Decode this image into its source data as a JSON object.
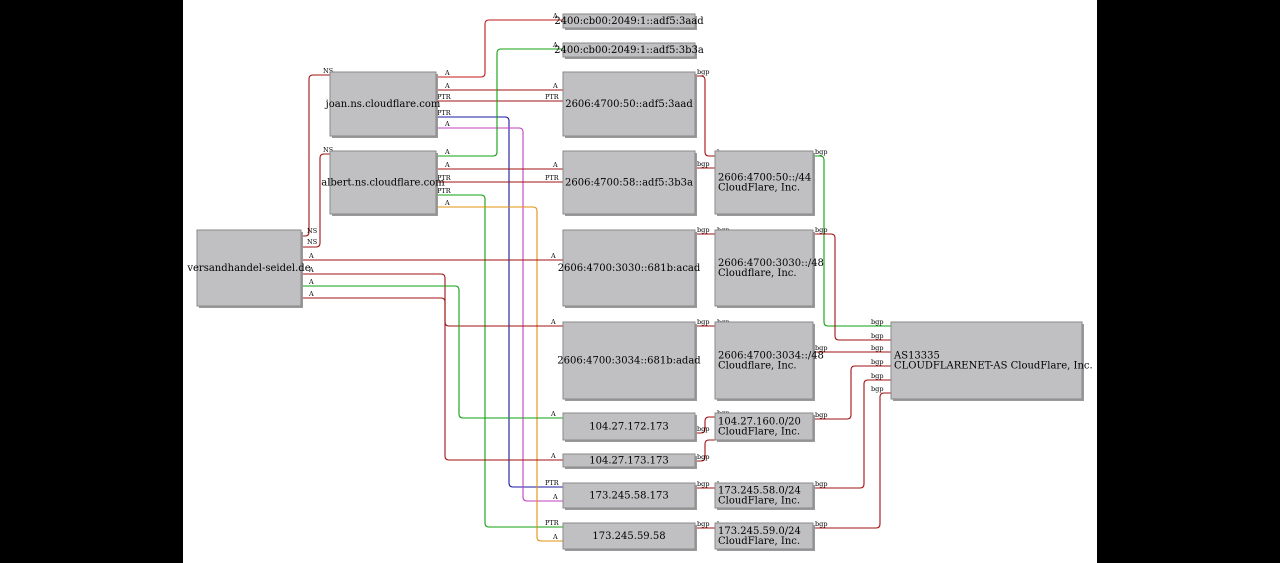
{
  "diagram": {
    "nodes": [
      {
        "id": "domain",
        "lines": [
          "versandhandel-seidel.de"
        ]
      },
      {
        "id": "joan",
        "lines": [
          "joan.ns.cloudflare.com"
        ]
      },
      {
        "id": "albert",
        "lines": [
          "albert.ns.cloudflare.com"
        ]
      },
      {
        "id": "v6aad_top",
        "lines": [
          "2400:cb00:2049:1::adf5:3aad"
        ]
      },
      {
        "id": "v6b3a_top",
        "lines": [
          "2400:cb00:2049:1::adf5:3b3a"
        ]
      },
      {
        "id": "v6aad",
        "lines": [
          "2606:4700:50::adf5:3aad"
        ]
      },
      {
        "id": "v6b3a",
        "lines": [
          "2606:4700:58::adf5:3b3a"
        ]
      },
      {
        "id": "v6acad",
        "lines": [
          "2606:4700:3030::681b:acad"
        ]
      },
      {
        "id": "v6adad",
        "lines": [
          "2606:4700:3034::681b:adad"
        ]
      },
      {
        "id": "ip172",
        "lines": [
          "104.27.172.173"
        ]
      },
      {
        "id": "ip173",
        "lines": [
          "104.27.173.173"
        ]
      },
      {
        "id": "ip58",
        "lines": [
          "173.245.58.173"
        ]
      },
      {
        "id": "ip59",
        "lines": [
          "173.245.59.58"
        ]
      },
      {
        "id": "net50",
        "lines": [
          "2606:4700:50::/44",
          "CloudFlare, Inc."
        ]
      },
      {
        "id": "net3030",
        "lines": [
          "2606:4700:3030::/48",
          "Cloudflare, Inc."
        ]
      },
      {
        "id": "net3034",
        "lines": [
          "2606:4700:3034::/48",
          "Cloudflare, Inc."
        ]
      },
      {
        "id": "net104",
        "lines": [
          "104.27.160.0/20",
          "CloudFlare, Inc."
        ]
      },
      {
        "id": "net58",
        "lines": [
          "173.245.58.0/24",
          "CloudFlare, Inc."
        ]
      },
      {
        "id": "net59",
        "lines": [
          "173.245.59.0/24",
          "CloudFlare, Inc."
        ]
      },
      {
        "id": "asn",
        "lines": [
          "AS13335",
          "CLOUDFLARENET-AS CloudFlare, Inc."
        ]
      }
    ],
    "edges": [
      {
        "from": "domain",
        "to": "joan",
        "head": "NS",
        "tail": "NS",
        "color": "#a01010"
      },
      {
        "from": "domain",
        "to": "albert",
        "head": "NS",
        "tail": "NS",
        "color": "#a01010"
      },
      {
        "from": "joan",
        "to": "v6aad_top",
        "head": "A",
        "tail": "A",
        "color": "#c01818"
      },
      {
        "from": "joan",
        "to": "v6aad",
        "head": "A",
        "tail": "A",
        "color": "#a01010"
      },
      {
        "from": "joan",
        "to": "v6aad",
        "head": "PTR",
        "tail": "PTR",
        "color": "#a01010"
      },
      {
        "from": "joan",
        "to": "ip58",
        "head": "PTR",
        "tail": "PTR",
        "color": "#1818a0"
      },
      {
        "from": "joan",
        "to": "ip58",
        "head": "A",
        "tail": "A",
        "color": "#c040c0"
      },
      {
        "from": "albert",
        "to": "v6b3a_top",
        "head": "A",
        "tail": "A",
        "color": "#10a010"
      },
      {
        "from": "albert",
        "to": "v6b3a",
        "head": "A",
        "tail": "A",
        "color": "#a01010"
      },
      {
        "from": "albert",
        "to": "v6b3a",
        "head": "PTR",
        "tail": "PTR",
        "color": "#a01010"
      },
      {
        "from": "albert",
        "to": "ip59",
        "head": "PTR",
        "tail": "PTR",
        "color": "#10a010"
      },
      {
        "from": "albert",
        "to": "ip59",
        "head": "A",
        "tail": "A",
        "color": "#e09010"
      },
      {
        "from": "domain",
        "to": "v6acad",
        "head": "A",
        "tail": "A",
        "color": "#a01010"
      },
      {
        "from": "domain",
        "to": "v6adad",
        "head": "A",
        "tail": "A",
        "color": "#a01010"
      },
      {
        "from": "domain",
        "to": "ip172",
        "head": "A",
        "tail": "A",
        "color": "#10a010"
      },
      {
        "from": "domain",
        "to": "ip173",
        "head": "A",
        "tail": "A",
        "color": "#a01010"
      },
      {
        "from": "v6aad",
        "to": "net50",
        "head": "bgp",
        "tail": "bgp",
        "color": "#a01010"
      },
      {
        "from": "v6b3a",
        "to": "net50",
        "head": "bgp",
        "tail": "bgp",
        "color": "#a01010"
      },
      {
        "from": "v6acad",
        "to": "net3030",
        "head": "bgp",
        "tail": "bgp",
        "color": "#a01010"
      },
      {
        "from": "v6adad",
        "to": "net3034",
        "head": "bgp",
        "tail": "bgp",
        "color": "#a01010"
      },
      {
        "from": "ip172",
        "to": "net104",
        "head": "bgp",
        "tail": "bgp",
        "color": "#a01010"
      },
      {
        "from": "ip173",
        "to": "net104",
        "head": "bgp",
        "tail": "bgp",
        "color": "#a01010"
      },
      {
        "from": "ip58",
        "to": "net58",
        "head": "bgp",
        "tail": "bgp",
        "color": "#a01010"
      },
      {
        "from": "ip59",
        "to": "net59",
        "head": "bgp",
        "tail": "bgp",
        "color": "#a01010"
      },
      {
        "from": "net50",
        "to": "asn",
        "head": "bgp",
        "tail": "bgp",
        "color": "#10a010"
      },
      {
        "from": "net3030",
        "to": "asn",
        "head": "bgp",
        "tail": "bgp",
        "color": "#a01010"
      },
      {
        "from": "net3034",
        "to": "asn",
        "head": "bgp",
        "tail": "bgp",
        "color": "#a01010"
      },
      {
        "from": "net104",
        "to": "asn",
        "head": "bgp",
        "tail": "bgp",
        "color": "#a01010"
      },
      {
        "from": "net58",
        "to": "asn",
        "head": "bgp",
        "tail": "bgp",
        "color": "#a01010"
      },
      {
        "from": "net59",
        "to": "asn",
        "head": "bgp",
        "tail": "bgp",
        "color": "#a01010"
      }
    ]
  }
}
